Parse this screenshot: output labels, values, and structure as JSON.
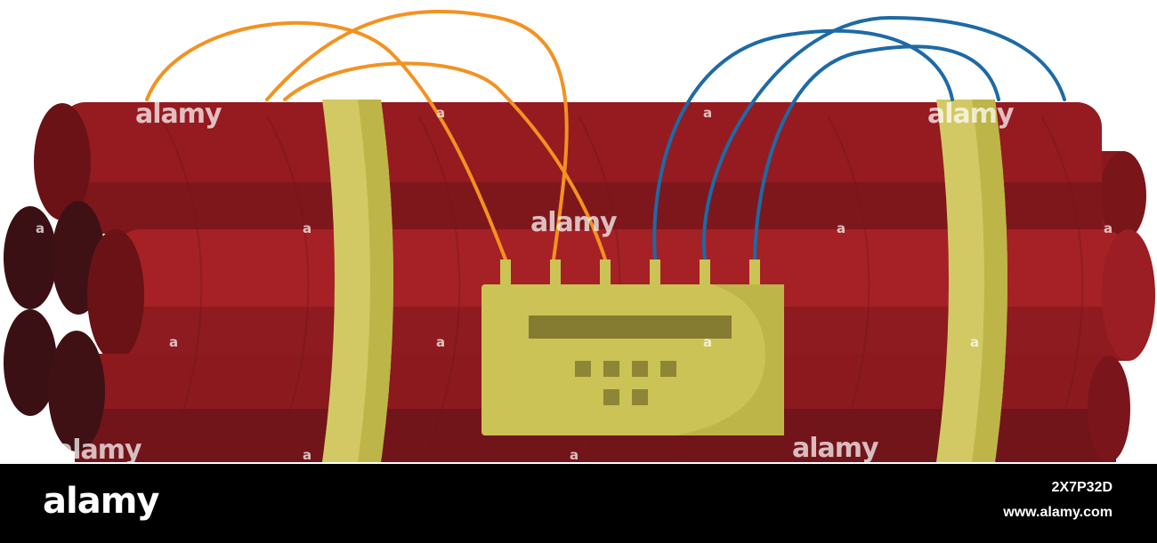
{
  "image": {
    "subject": "dynamite-bundle-with-timer",
    "colors": {
      "stick_red": "#951b20",
      "stick_red_light": "#a52126",
      "stick_red_dark": "#72151a",
      "stick_end": "#5a0f13",
      "stick_end_dark": "#3a1014",
      "tape": "#d2c964",
      "tape_shade": "#bdb548",
      "timer_body": "#cbc355",
      "timer_display": "#857b31",
      "timer_buttons": "#8f8536",
      "wire_orange": "#f39221",
      "wire_blue": "#1d6aa6"
    },
    "wires": {
      "orange_count": 3,
      "blue_count": 3
    }
  },
  "watermark": {
    "text": "alamy",
    "small_text": "a"
  },
  "stock_bar": {
    "logo": "alamy",
    "image_id": "2X7P32D",
    "site": "www.alamy.com",
    "background": "#000000"
  }
}
